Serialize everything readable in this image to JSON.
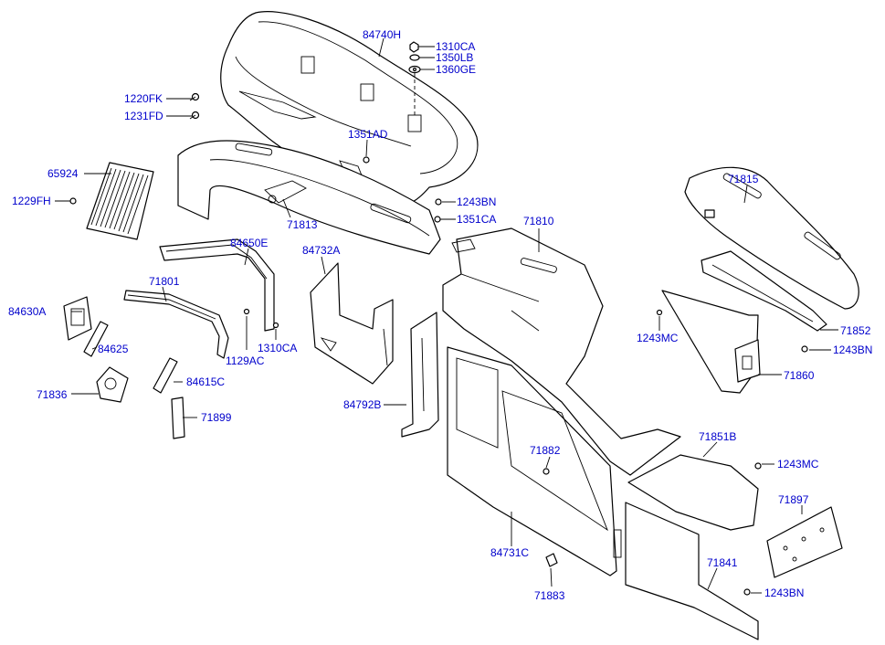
{
  "colors": {
    "callout": "#0000cc",
    "line": "#000000",
    "background": "#ffffff"
  },
  "callouts": {
    "p84740H": "84740H",
    "p1310CA_a": "1310CA",
    "p1350LB": "1350LB",
    "p1360GE": "1360GE",
    "p1220FK": "1220FK",
    "p1231FD": "1231FD",
    "p1351AD": "1351AD",
    "p65924": "65924",
    "p1229FH": "1229FH",
    "p1243BN_a": "1243BN",
    "p1351CA": "1351CA",
    "p71813": "71813",
    "p71815": "71815",
    "p71810": "71810",
    "p84650E": "84650E",
    "p84732A": "84732A",
    "p71801": "71801",
    "p84630A": "84630A",
    "p1129AC": "1129AC",
    "p1310CA_b": "1310CA",
    "p84625": "84625",
    "p1243MC_a": "1243MC",
    "p71852": "71852",
    "p1243BN_b": "1243BN",
    "p71860": "71860",
    "p71836": "71836",
    "p84615C": "84615C",
    "p84792B": "84792B",
    "p71899": "71899",
    "p71851B": "71851B",
    "p71882": "71882",
    "p1243MC_b": "1243MC",
    "p71897": "71897",
    "p84731C": "84731C",
    "p71841": "71841",
    "p71883": "71883",
    "p1243BN_c": "1243BN"
  }
}
